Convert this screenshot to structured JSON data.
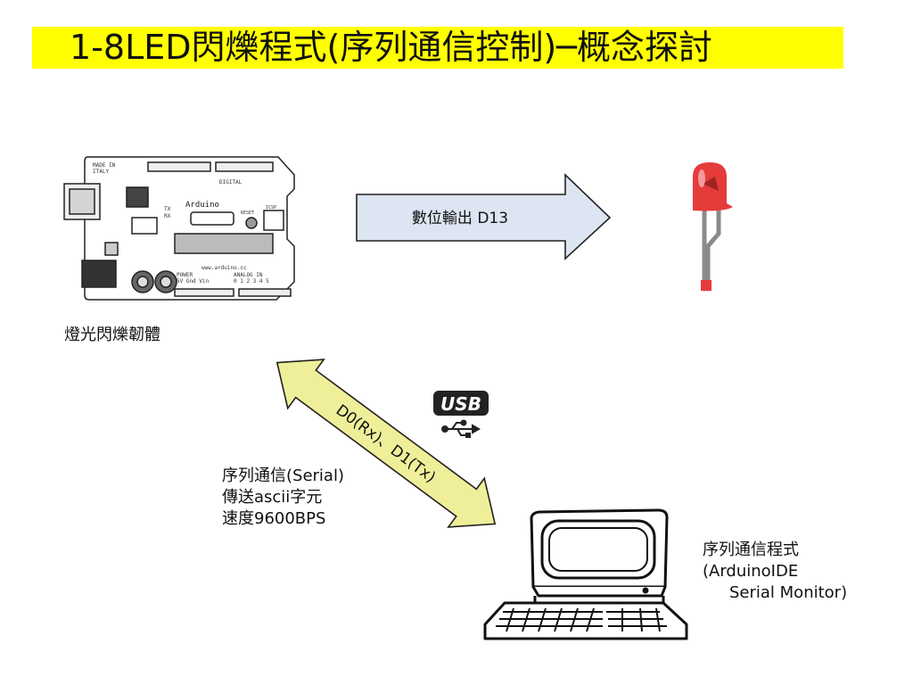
{
  "title": "1-8LED閃爍程式(序列通信控制)─概念探討",
  "arduino": {
    "caption": "燈光閃爍韌體",
    "board_texts": [
      "MADE IN",
      "ITALY",
      "DIGITAL",
      "Arduino",
      "www.arduino.cc",
      "POWER",
      "ANALOG IN",
      "TX",
      "RX",
      "RESET",
      "ICSP",
      "5V Gnd Vin",
      "0 1 2 3 4 5"
    ]
  },
  "digital_arrow": {
    "label": "數位輸出 D13",
    "color": "#dde5f2"
  },
  "serial_arrow": {
    "label": "D0(Rx)、D1(Tx)",
    "color": "#efef9a"
  },
  "usb_logo": {
    "text": "USB"
  },
  "serial_note": {
    "lines": [
      "序列通信(Serial)",
      "傳送ascii字元",
      "速度9600BPS"
    ]
  },
  "pc_note": {
    "lines": [
      "序列通信程式",
      "(ArduinoIDE",
      "Serial Monitor)"
    ]
  },
  "colors": {
    "title_bg": "#ffff00",
    "led": "#e53b3b",
    "led_leg": "#8a8a8a"
  }
}
